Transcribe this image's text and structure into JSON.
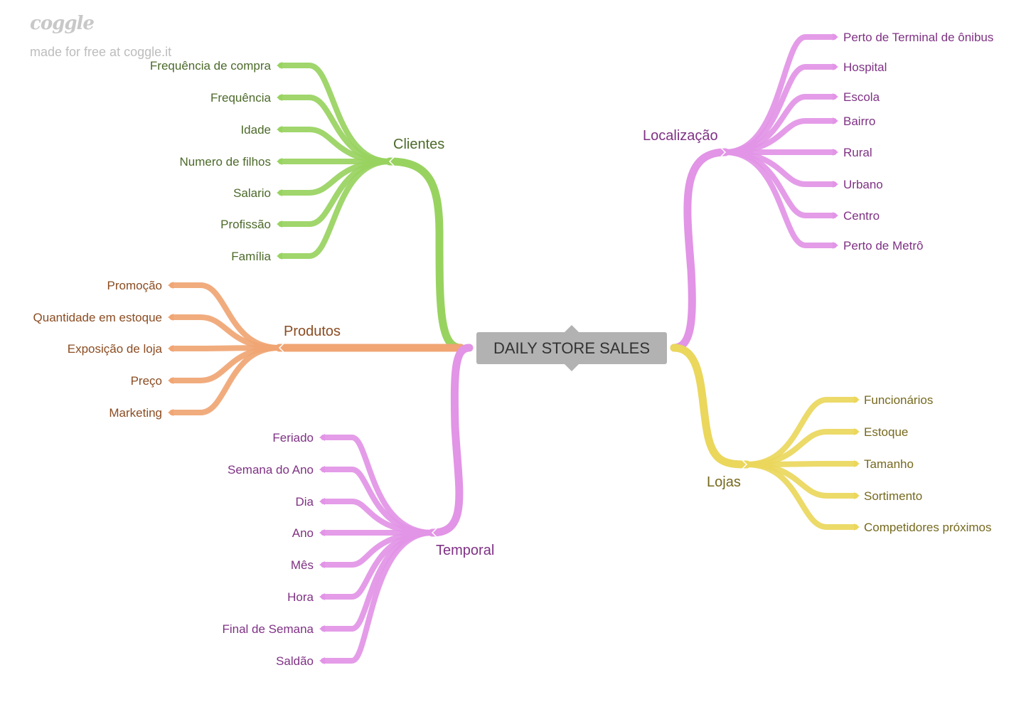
{
  "watermark": {
    "logo": "coggle",
    "text": "made for free at coggle.it"
  },
  "root": {
    "label": "DAILY STORE SALES"
  },
  "branches": [
    {
      "id": "clientes",
      "label": "Clientes",
      "color": "#98d35f",
      "text_color": "#4c6a2a",
      "children": [
        "Frequência de compra",
        "Frequência",
        "Idade",
        "Numero de filhos",
        "Salario",
        "Profissão",
        "Família"
      ]
    },
    {
      "id": "produtos",
      "label": "Produtos",
      "color": "#f0a573",
      "text_color": "#8b4c22",
      "children": [
        "Promoção",
        "Quantidade em estoque",
        "Exposição de loja",
        "Preço",
        "Marketing"
      ]
    },
    {
      "id": "temporal",
      "label": "Temporal",
      "color": "#e294e6",
      "text_color": "#7f3184",
      "children": [
        "Feriado",
        "Semana do Ano",
        "Dia",
        "Ano",
        "Mês",
        "Hora",
        "Final de Semana",
        "Saldão"
      ]
    },
    {
      "id": "localizacao",
      "label": "Localização",
      "color": "#e294e6",
      "text_color": "#7f3184",
      "children": [
        "Perto de Terminal de ônibus",
        "Hospital",
        "Escola",
        "Bairro",
        "Rural",
        "Urbano",
        "Centro",
        "Perto de Metrô"
      ]
    },
    {
      "id": "lojas",
      "label": "Lojas",
      "color": "#ead75c",
      "text_color": "#76691e",
      "children": [
        "Funcionários",
        "Estoque",
        "Tamanho",
        "Sortimento",
        "Competidores próximos"
      ]
    }
  ]
}
